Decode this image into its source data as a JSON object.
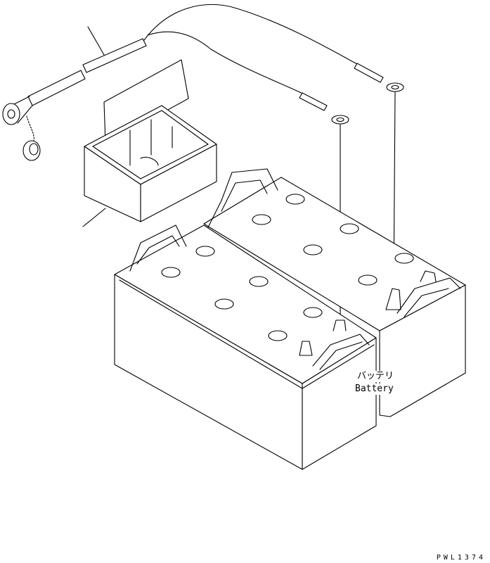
{
  "labels": {
    "battery_ja": "バッテリ",
    "battery_en": "Battery",
    "drawing_code": "PWL1374"
  }
}
